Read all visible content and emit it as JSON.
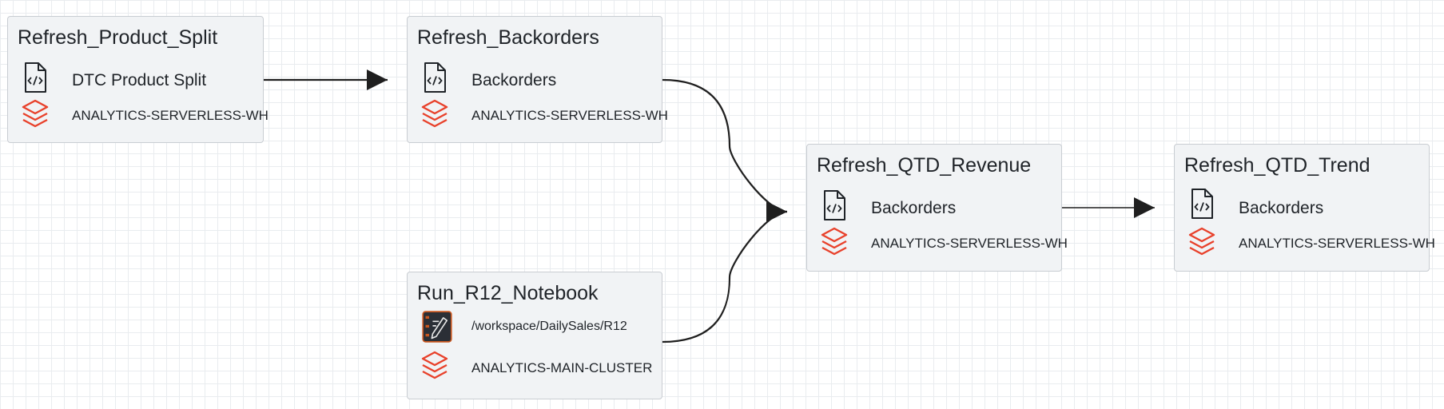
{
  "colors": {
    "node_bg": "#f1f3f5",
    "node_border": "#c9cdd2",
    "edge": "#1f1f1f",
    "cluster_icon": "#e8412b",
    "grid": "#e9ecef"
  },
  "nodes": [
    {
      "id": "refresh_product_split",
      "title": "Refresh_Product_Split",
      "task_icon": "sql-file-icon",
      "task": "DTC Product Split",
      "cluster_icon": "databricks-stack-icon",
      "cluster": "ANALYTICS-SERVERLESS-WH"
    },
    {
      "id": "refresh_backorders",
      "title": "Refresh_Backorders",
      "task_icon": "sql-file-icon",
      "task": "Backorders",
      "cluster_icon": "databricks-stack-icon",
      "cluster": "ANALYTICS-SERVERLESS-WH"
    },
    {
      "id": "run_r12_notebook",
      "title": "Run_R12_Notebook",
      "task_icon": "notebook-icon",
      "task": "/workspace/DailySales/R12",
      "cluster_icon": "databricks-stack-icon",
      "cluster": "ANALYTICS-MAIN-CLUSTER"
    },
    {
      "id": "refresh_qtd_revenue",
      "title": "Refresh_QTD_Revenue",
      "task_icon": "sql-file-icon",
      "task": "Backorders",
      "cluster_icon": "databricks-stack-icon",
      "cluster": "ANALYTICS-SERVERLESS-WH"
    },
    {
      "id": "refresh_qtd_trend",
      "title": "Refresh_QTD_Trend",
      "task_icon": "sql-file-icon",
      "task": "Backorders",
      "cluster_icon": "databricks-stack-icon",
      "cluster": "ANALYTICS-SERVERLESS-WH"
    }
  ],
  "edges": [
    {
      "from": "refresh_product_split",
      "to": "refresh_backorders"
    },
    {
      "from": "refresh_backorders",
      "to": "refresh_qtd_revenue"
    },
    {
      "from": "run_r12_notebook",
      "to": "refresh_qtd_revenue"
    },
    {
      "from": "refresh_qtd_revenue",
      "to": "refresh_qtd_trend"
    }
  ]
}
